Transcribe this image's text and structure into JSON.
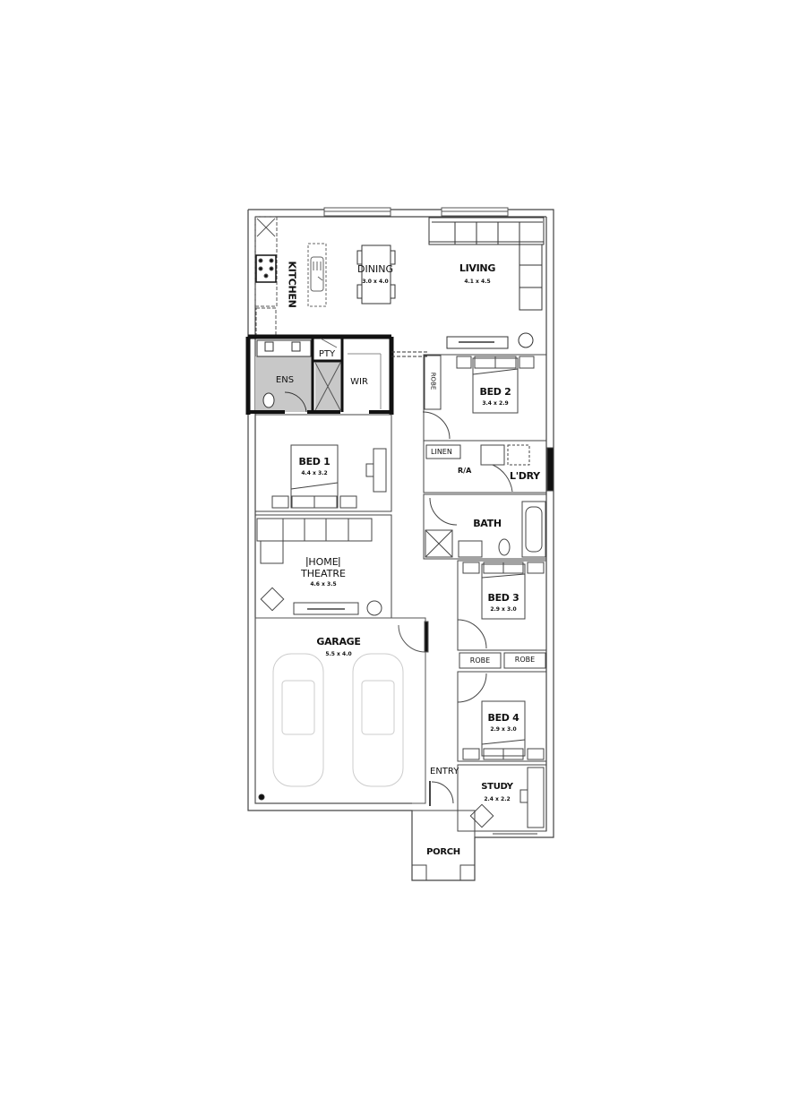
{
  "plan": {
    "type": "residential floor plan",
    "rooms": {
      "kitchen": {
        "label": "KITCHEN"
      },
      "dining": {
        "label": "DINING",
        "size": "3.0 x 4.0"
      },
      "living": {
        "label": "LIVING",
        "size": "4.1 x 4.5"
      },
      "pantry": {
        "label": "PTY"
      },
      "ensuite": {
        "label": "ENS"
      },
      "wir": {
        "label": "WIR"
      },
      "bed1": {
        "label": "BED 1",
        "size": "4.4 x 3.2"
      },
      "bed2": {
        "label": "BED 2",
        "size": "3.4 x 2.9",
        "robe": "ROBE"
      },
      "linen": {
        "label": "LINEN"
      },
      "ra": {
        "label": "R/A"
      },
      "laundry": {
        "label": "L'DRY"
      },
      "bath": {
        "label": "BATH"
      },
      "home_theatre": {
        "label_line1": "HOME",
        "label_line2": "THEATRE",
        "size": "4.6 x 3.5"
      },
      "bed3": {
        "label": "BED 3",
        "size": "2.9 x 3.0",
        "robe_left": "ROBE",
        "robe_right": "ROBE"
      },
      "garage": {
        "label": "GARAGE",
        "size": "5.5 x 4.0"
      },
      "bed4": {
        "label": "BED 4",
        "size": "2.9 x 3.0"
      },
      "entry": {
        "label": "ENTRY"
      },
      "study": {
        "label": "STUDY",
        "size": "2.4 x 2.2"
      },
      "porch": {
        "label": "PORCH"
      }
    },
    "colors": {
      "wall": "#222222",
      "thin_line": "#555555",
      "light_line": "#999999",
      "car_line": "#cccccc",
      "wet_area_fill": "#c8c8c8",
      "background": "#ffffff"
    }
  }
}
